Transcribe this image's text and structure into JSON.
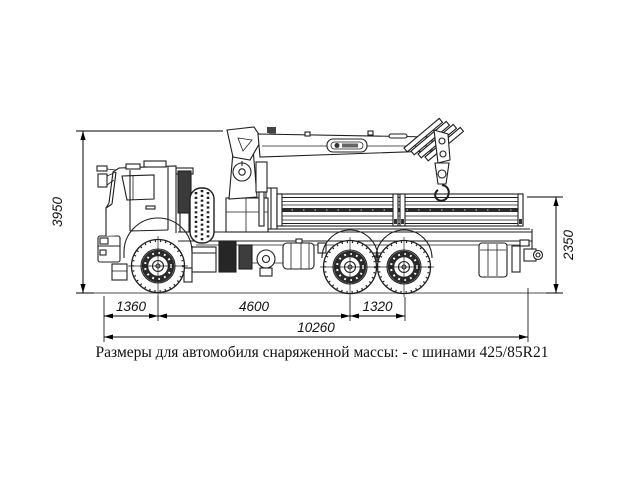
{
  "diagram": {
    "caption": "Размеры для автомобиля снаряженной массы:  - с шинами 425/85R21",
    "dimensions": {
      "overall_height": "3950",
      "rear_height": "2350",
      "front_overhang": "1360",
      "wheelbase": "4600",
      "rear_axle_spacing": "1320",
      "overall_length": "10260"
    },
    "colors": {
      "line": "#1f1f1f",
      "ground": "#8a8a8a",
      "background": "#ffffff"
    }
  }
}
